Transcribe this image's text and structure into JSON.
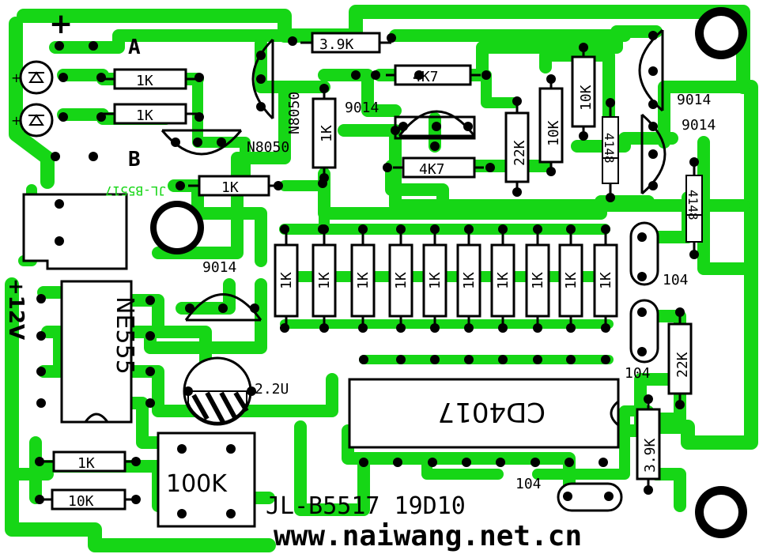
{
  "colors": {
    "copper": "#16d616",
    "silkscreen": "#000000",
    "background": "#ffffff",
    "component_body": "#ffffff"
  },
  "labels": {
    "plus_top": "+",
    "point_a": "A",
    "point_b": "B",
    "power": "+12V",
    "board_id_mirrored": "JL-B5517",
    "board_id": "JL-B5517 19D10",
    "website": "www.naiwang.net.cn"
  },
  "components": {
    "r_39k_top": "3.9K",
    "r_1k_led1": "1K",
    "r_1k_led2": "1K",
    "q_n8050_a": "N8050",
    "q_n8050_b": "N8050",
    "r_4k7_a": "4K7",
    "r_4k7_b": "4K7",
    "q_9014_mid": "9014",
    "r_1k_vert": "1K",
    "r_1k_row2": "1K",
    "r_22k_top": "22K",
    "r_10k_a": "10K",
    "r_10k_b": "10K",
    "d_4148_a": "4148",
    "d_4148_b": "4148",
    "q_9014_r1": "9014",
    "q_9014_r2": "9014",
    "q_9014_left": "9014",
    "ic_ne555": "NE555",
    "ic_cd4017": "CD4017",
    "c_22u": "2.2U",
    "pot_100k": "100K",
    "r_1k_bottom": "1K",
    "r_10k_bottom": "10K",
    "c_104_a": "104",
    "c_104_b": "104",
    "c_104_c": "104",
    "r_22k_right": "22K",
    "r_39k_right": "3.9K",
    "led_resistors": [
      "1K",
      "1K",
      "1K",
      "1K",
      "1K",
      "1K",
      "1K",
      "1K",
      "1K",
      "1K"
    ]
  }
}
